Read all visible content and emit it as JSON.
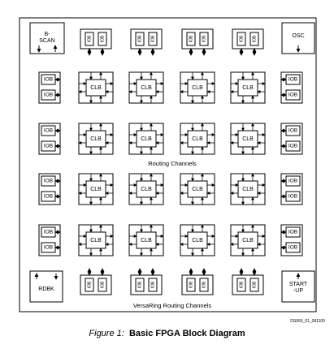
{
  "blocks": {
    "bscan": "B-\nSCAN",
    "osc": "OSC",
    "rdbk": "RDBK",
    "startup": "START\n-UP",
    "clb": "CLB",
    "iob": "IOB",
    "iob_top": "IOB",
    "iob_rot": "IOB"
  },
  "labels": {
    "routing_channels": "Routing Channels",
    "versaring": "VersaRing Routing Channels",
    "doc_code": "DS060_01_081100"
  },
  "caption": {
    "figure": "Figure 1:",
    "title": "Basic FPGA Block Diagram"
  }
}
